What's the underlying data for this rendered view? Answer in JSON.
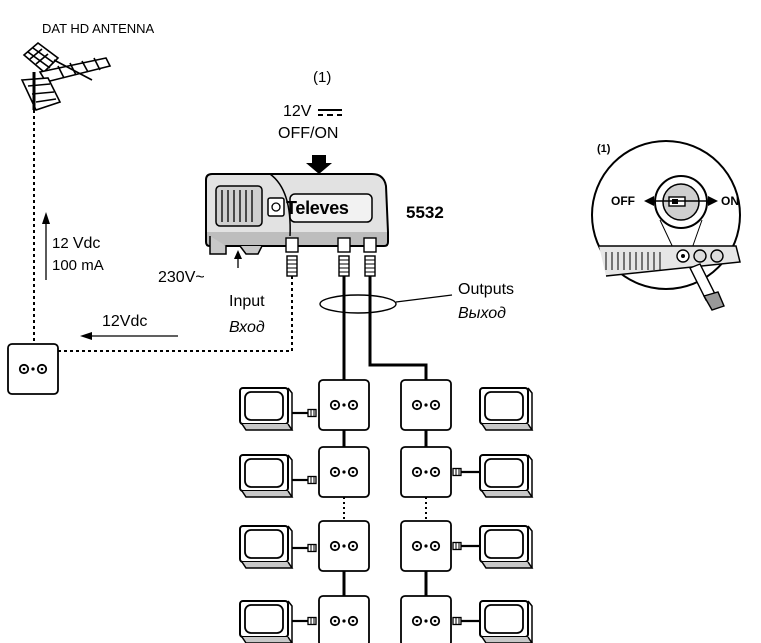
{
  "labels": {
    "antenna_title": "DAT HD ANTENNA",
    "note_marker": "(1)",
    "dc_voltage": "12V",
    "off_on": "OFF/ON",
    "model": "5532",
    "brand": "Televes",
    "mains": "230V~",
    "feed_voltage": "12",
    "feed_unit": "Vdc",
    "feed_current": "100 mA",
    "input_en": "Input",
    "input_ru": "Вход",
    "outputs_en": "Outputs",
    "outputs_ru": "Выход",
    "wall_voltage": "12Vdc",
    "inset_marker": "(1)",
    "inset_off": "OFF",
    "inset_on": "ON"
  },
  "colors": {
    "line": "#000000",
    "housing": "#e2e2e2",
    "housing_dark": "#a8a8a8",
    "label_plate": "#f2f2f2"
  }
}
